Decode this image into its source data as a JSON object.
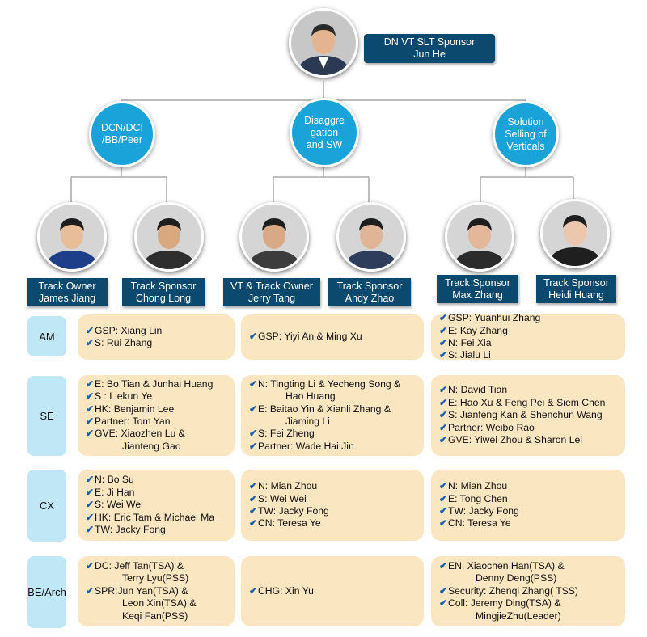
{
  "top": {
    "line1": "DN VT SLT Sponsor",
    "line2": "Jun He",
    "photo_icon": "person-photo-icon"
  },
  "tracks": [
    {
      "label": [
        "DCN/DCI",
        "/BB/Peer"
      ]
    },
    {
      "label": [
        "Disaggre",
        "gation",
        "and SW"
      ]
    },
    {
      "label": [
        "Solution",
        "Selling of",
        "Verticals"
      ]
    }
  ],
  "people": [
    {
      "role": "Track Owner",
      "name": "James Jiang"
    },
    {
      "role": "Track Sponsor",
      "name": "Chong Long"
    },
    {
      "role": "VT & Track Owner",
      "name": "Jerry Tang"
    },
    {
      "role": "Track Sponsor",
      "name": "Andy Zhao"
    },
    {
      "role": "Track Sponsor",
      "name": "Max Zhang"
    },
    {
      "role": "Track Sponsor",
      "name": "Heidi Huang"
    }
  ],
  "rows": [
    {
      "label": "AM",
      "cells": [
        [
          {
            "t": "GSP: Xiang Lin"
          },
          {
            "t": "S: Rui Zhang"
          }
        ],
        [
          {
            "t": "GSP: Yiyi An & Ming Xu"
          }
        ],
        [
          {
            "t": "GSP: Yuanhui Zhang"
          },
          {
            "t": "E: Kay Zhang"
          },
          {
            "t": "N: Fei Xia"
          },
          {
            "t": "S: Jialu Li"
          }
        ]
      ]
    },
    {
      "label": "SE",
      "cells": [
        [
          {
            "t": "E: Bo Tian & Junhai Huang"
          },
          {
            "t": "S : Liekun Ye"
          },
          {
            "t": "HK: Benjamin Lee"
          },
          {
            "t": "Partner: Tom Yan"
          },
          {
            "t": "GVE: Xiaozhen Lu &",
            "c": "Jianteng Gao"
          }
        ],
        [
          {
            "t": "N: Tingting Li & Yecheng Song &",
            "c": "Hao Huang"
          },
          {
            "t": "E: Baitao Yin & Xianli Zhang &",
            "c": "Jiaming Li"
          },
          {
            "t": "S: Fei Zheng"
          },
          {
            "t": "Partner: Wade Hai Jin"
          }
        ],
        [
          {
            "t": "N: David Tian"
          },
          {
            "t": "E: Hao Xu &  Feng Pei & Siem Chen"
          },
          {
            "t": "S: Jianfeng Kan & Shenchun Wang"
          },
          {
            "t": "Partner: Weibo Rao"
          },
          {
            "t": "GVE: Yiwei Zhou & Sharon Lei"
          }
        ]
      ]
    },
    {
      "label": "CX",
      "cells": [
        [
          {
            "t": "N: Bo Su"
          },
          {
            "t": "E: Ji Han"
          },
          {
            "t": "S: Wei Wei"
          },
          {
            "t": "HK: Eric Tam & Michael Ma"
          },
          {
            "t": "TW: Jacky Fong"
          }
        ],
        [
          {
            "t": "N: Mian Zhou"
          },
          {
            "t": "S: Wei Wei"
          },
          {
            "t": "TW: Jacky Fong"
          },
          {
            "t": "CN: Teresa Ye"
          }
        ],
        [
          {
            "t": "N: Mian Zhou"
          },
          {
            "t": "E: Tong Chen"
          },
          {
            "t": "TW: Jacky Fong"
          },
          {
            "t": "CN: Teresa Ye"
          }
        ]
      ]
    },
    {
      "label": "BE/Arch",
      "cells": [
        [
          {
            "t": "DC: Jeff Tan(TSA) &",
            "c": "Terry Lyu(PSS)"
          },
          {
            "t": "SPR:Jun Yan(TSA) &",
            "c": "Leon Xin(TSA) &"
          },
          {
            "t": "",
            "c": "Keqi Fan(PSS)",
            "nocheck": true
          }
        ],
        [
          {
            "t": "CHG: Xin Yu"
          }
        ],
        [
          {
            "t": "EN: Xiaochen Han(TSA) &",
            "c": "Denny Deng(PSS)"
          },
          {
            "t": "Security: Zhenqi Zhang( TSS)"
          },
          {
            "t": "Coll: Jeremy Ding(TSA) &",
            "c": "MingjieZhu(Leader)"
          }
        ]
      ]
    }
  ],
  "colors": {
    "navy": "#0b4a6e",
    "circle": "#1aa3d9",
    "box": "#fbe6c2",
    "label": "#bfe7f6",
    "check": "#1a5fa8"
  }
}
